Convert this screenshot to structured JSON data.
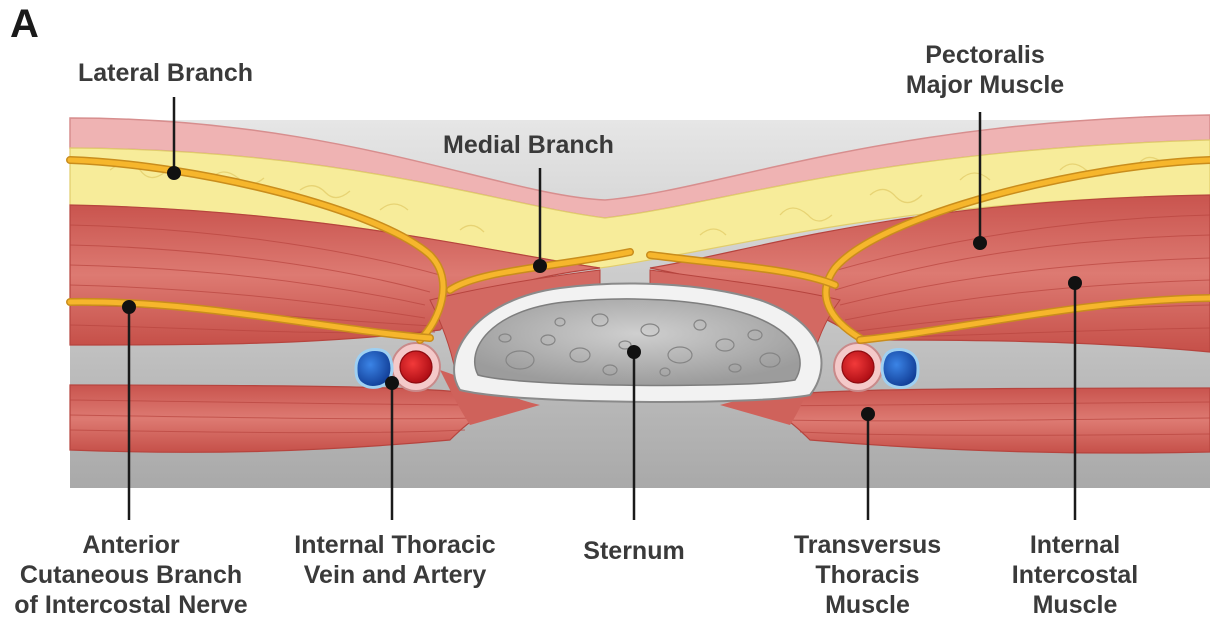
{
  "panel_letter": "A",
  "labels": {
    "lateral_branch": "Lateral Branch",
    "medial_branch": "Medial Branch",
    "pectoralis_line1": "Pectoralis",
    "pectoralis_line2": "Major Muscle",
    "anterior_line1": "Anterior",
    "anterior_line2": "Cutaneous Branch",
    "anterior_line3": "of Intercostal Nerve",
    "thoracic_line1": "Internal Thoracic",
    "thoracic_line2": "Vein and Artery",
    "sternum": "Sternum",
    "transversus_line1": "Transversus",
    "transversus_line2": "Thoracis",
    "transversus_line3": "Muscle",
    "intercostal_line1": "Internal",
    "intercostal_line2": "Intercostal",
    "intercostal_line3": "Muscle"
  },
  "colors": {
    "skin": "#efb3b3",
    "fat": "#f7ec9a",
    "muscle": "#d9706a",
    "nerve": "#f6b62c",
    "bone": "#b8b8b8",
    "artery": "#e11b22",
    "vein": "#1d5fbf"
  }
}
